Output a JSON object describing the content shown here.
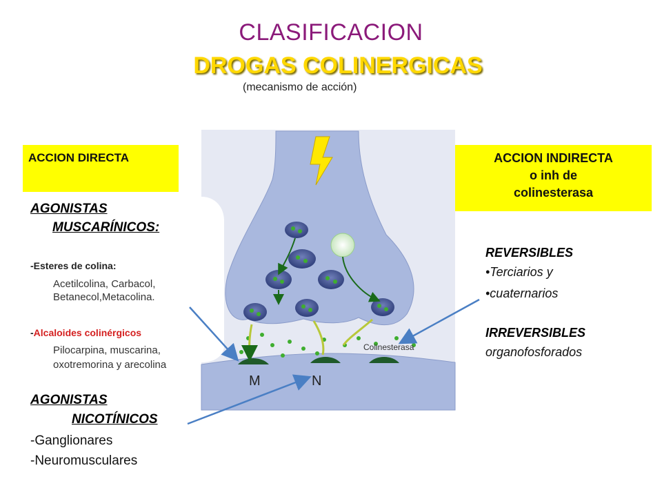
{
  "title": {
    "line1": "CLASIFICACION",
    "line2": "DROGAS COLINERGICAS",
    "subtitle": "(mecanismo de acción)"
  },
  "left": {
    "box_label": "ACCION DIRECTA",
    "muscarinic_heading_1": "AGONISTAS",
    "muscarinic_heading_2": "MUSCARÍNICOS:",
    "esteres_label": "-Esteres de colina:",
    "esteres_line1": "Acetilcolina, Carbacol,",
    "esteres_line2": "Betanecol,Metacolina.",
    "alcaloides_dash": "-",
    "alcaloides_label": "Alcaloides colinérgicos",
    "alcaloides_line1": "Pilocarpina, muscarina,",
    "alcaloides_line2": "oxotremorina  y arecolina",
    "nicotinic_heading_1": "AGONISTAS ",
    "nicotinic_heading_2": "NICOTÍNICOS",
    "nicotinic_item1": "-Ganglionares",
    "nicotinic_item2": "-Neuromusculares"
  },
  "right": {
    "box_line1": "ACCION INDIRECTA",
    "box_line2": "o inh de",
    "box_line3": "colinesterasa",
    "reversibles_title": "REVERSIBLES",
    "reversibles_item1": "•Terciarios y",
    "reversibles_item2": "•cuaternarios",
    "irreversibles_title": "IRREVERSIBLES",
    "irreversibles_item1": "organofosforados"
  },
  "diagram": {
    "enzyme_label": "Colinesterasa",
    "receptor_m": "M",
    "receptor_n": "N"
  },
  "colors": {
    "title_purple": "#8b1a7a",
    "title_yellow": "#ffd800",
    "highlight_box": "#ffff00",
    "arrow_blue": "#4a7fc4",
    "neuron_blue": "#a9b8de"
  }
}
